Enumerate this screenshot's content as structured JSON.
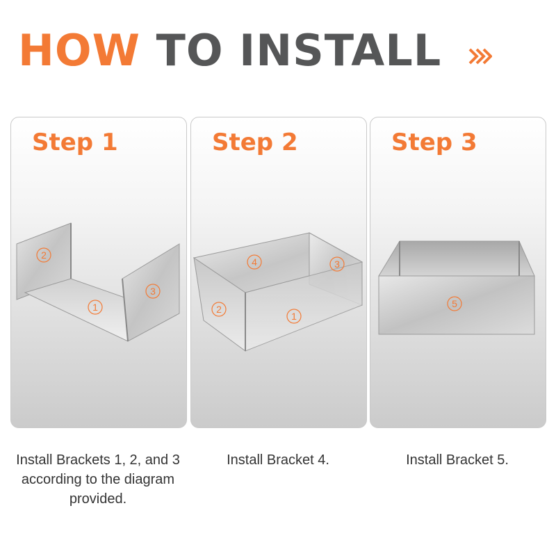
{
  "headline": {
    "word1": "HOW",
    "word2": "TO INSTALL",
    "accent_color": "#f37a35",
    "dark_color": "#555657",
    "arrow_icon": "double-chevron-right-icon"
  },
  "steps": [
    {
      "title": "Step 1",
      "callouts": [
        "2",
        "3",
        "1"
      ],
      "caption": "Install Brackets 1, 2, and 3 according to the diagram provided."
    },
    {
      "title": "Step 2",
      "callouts": [
        "4",
        "3",
        "2",
        "1"
      ],
      "caption": "Install Bracket 4."
    },
    {
      "title": "Step 3",
      "callouts": [
        "5"
      ],
      "caption": "Install Bracket 5."
    }
  ]
}
